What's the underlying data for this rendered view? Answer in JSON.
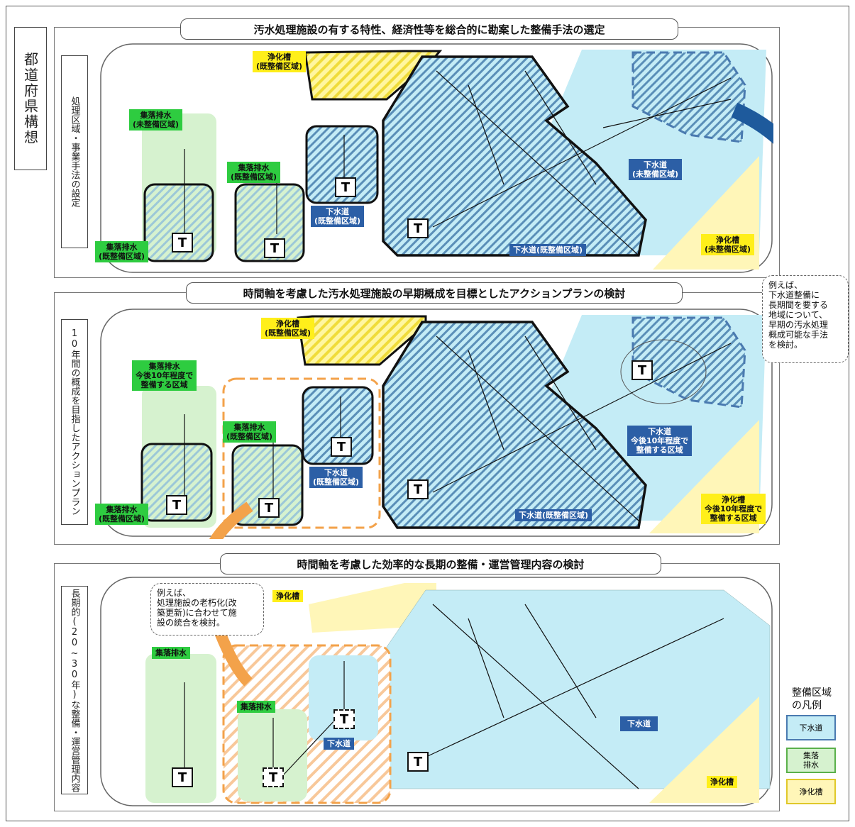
{
  "side": {
    "prefecture": "都道府県構想",
    "row1": "処理区域・事業手法の設定",
    "row2": "10年間の概成を目指したアクションプラン",
    "row3": "長期的(20~30年)な整備・運営管理内容"
  },
  "titles": {
    "row1": "汚水処理施設の有する特性、経済性等を総合的に勘案した整備手法の選定",
    "row2": "時間軸を考慮した汚水処理施設の早期概成を目標としたアクションプランの検討",
    "row3": "時間軸を考慮した効率的な長期の整備・運営管理内容の検討"
  },
  "row1": {
    "johkaso_existing": "浄化槽\n(既整備区域)",
    "shuraku_planned": "集落排水\n(未整備区域)",
    "shuraku_existing_a": "集落排水\n(既整備区域)",
    "shuraku_existing_b": "集落排水\n(既整備区域)",
    "gesuido_existing_small": "下水道\n(既整備区域)",
    "gesuido_planned": "下水道\n(未整備区域)",
    "gesuido_existing_big": "下水道(既整備区域)",
    "johkaso_planned": "浄化槽\n(未整備区域)"
  },
  "row2": {
    "johkaso_existing": "浄化槽\n(既整備区域)",
    "shuraku_10yr": "集落排水\n今後10年程度で\n整備する区域",
    "shuraku_existing_a": "集落排水\n(既整備区域)",
    "shuraku_existing_b": "集落排水\n(既整備区域)",
    "gesuido_existing_small": "下水道\n(既整備区域)",
    "gesuido_10yr": "下水道\n今後10年程度で\n整備する区域",
    "gesuido_existing_big": "下水道(既整備区域)",
    "johkaso_10yr": "浄化槽\n今後10年程度で\n整備する区域"
  },
  "row3": {
    "johkaso_top": "浄化槽",
    "shuraku_left": "集落排水",
    "shuraku_mid": "集落排水",
    "gesuido_small": "下水道",
    "gesuido_big": "下水道",
    "johkaso_right": "浄化槽"
  },
  "notes": {
    "right": "例えば、\n下水道整備に\n長期間を要する\n地域について、\n早期の汚水処理\n概成可能な手法\nを検討。",
    "bottom": "例えば、\n処理施設の老朽化(改\n築更新)に合わせて施\n設の統合を検討。"
  },
  "legend": {
    "title": "整備区域\nの凡例",
    "gesuido": "下水道",
    "shuraku": "集落\n排水",
    "johkaso": "浄化槽"
  },
  "facility_mark": "T",
  "colors": {
    "sewer_fill": "#c4ecf6",
    "sewer_label": "#2c5fa6",
    "rural_fill": "#d6f2cf",
    "rural_label": "#2ecc40",
    "septic_fill": "#fff6b8",
    "septic_label": "#ffef1a",
    "action_frame": "#f3a24a"
  }
}
